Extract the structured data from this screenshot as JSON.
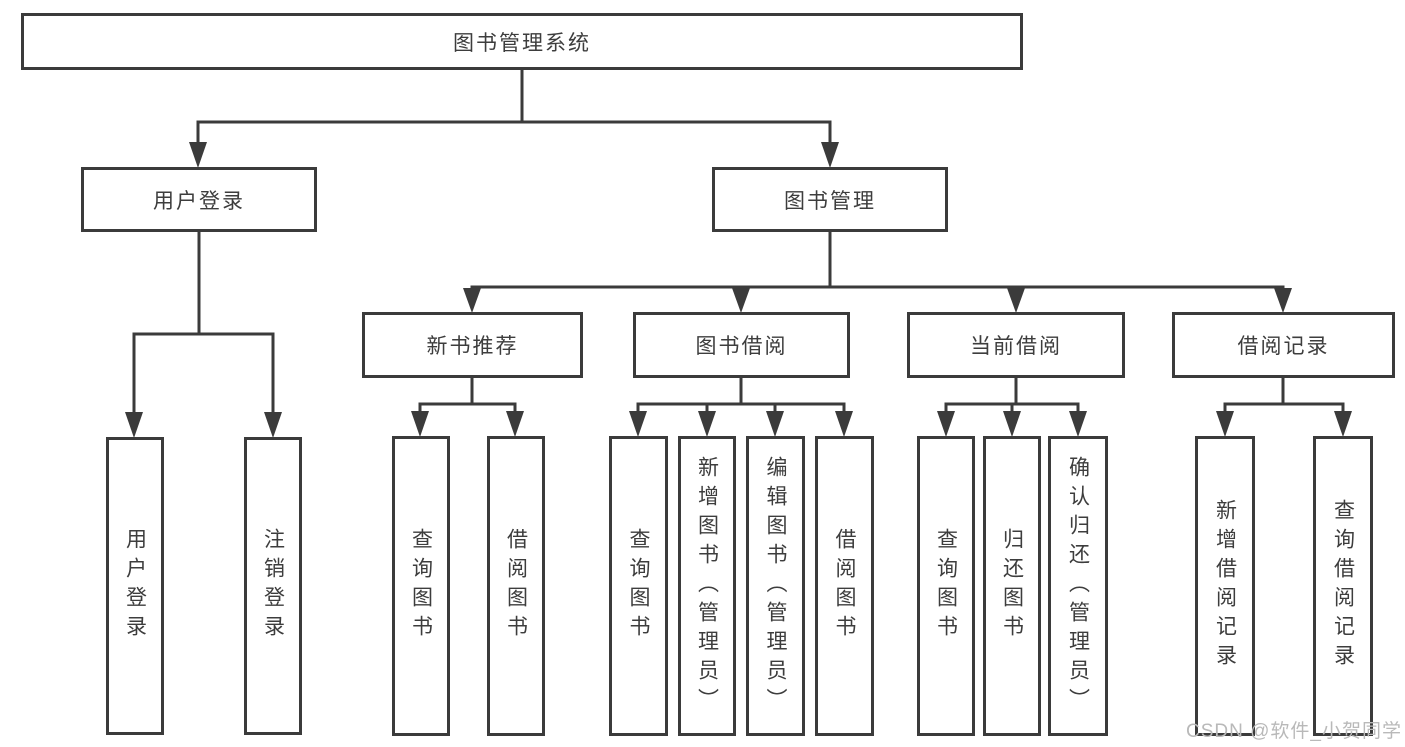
{
  "diagram_type": "hierarchy-tree",
  "colors": {
    "line": "#3b3b3b",
    "node_text": "#3d3d3d",
    "node_background": "#ffffff",
    "watermark_text": "#b9b9b9"
  },
  "tree": {
    "label": "图书管理系统",
    "children": [
      {
        "label": "用户登录",
        "children": [
          {
            "label": "用户登录"
          },
          {
            "label": "注销登录"
          }
        ]
      },
      {
        "label": "图书管理",
        "children": [
          {
            "label": "新书推荐",
            "children": [
              {
                "label": "查询图书"
              },
              {
                "label": "借阅图书"
              }
            ]
          },
          {
            "label": "图书借阅",
            "children": [
              {
                "label": "查询图书"
              },
              {
                "label": "新增图书（管理员）"
              },
              {
                "label": "编辑图书（管理员）"
              },
              {
                "label": "借阅图书"
              }
            ]
          },
          {
            "label": "当前借阅",
            "children": [
              {
                "label": "查询图书"
              },
              {
                "label": "归还图书"
              },
              {
                "label": "确认归还（管理员）"
              }
            ]
          },
          {
            "label": "借阅记录",
            "children": [
              {
                "label": "新增借阅记录"
              },
              {
                "label": "查询借阅记录"
              }
            ]
          }
        ]
      }
    ]
  },
  "watermark": "CSDN @软件_小贺同学"
}
